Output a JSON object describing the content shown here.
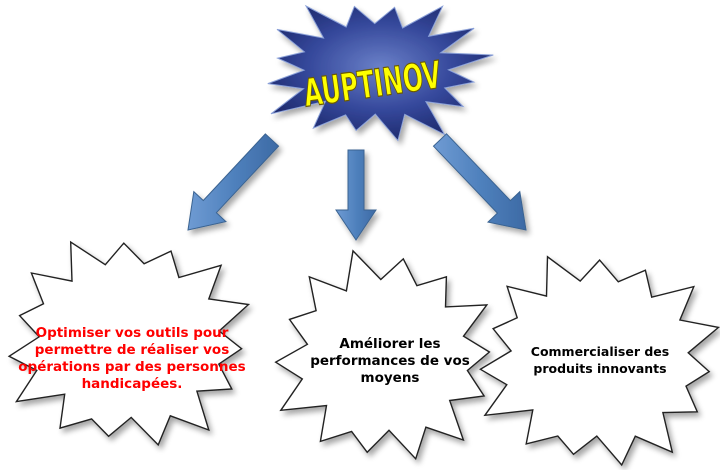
{
  "title": {
    "text": "AUPTINOV"
  },
  "bubbles": [
    {
      "text": "Optimiser vos outils pour permettre de réaliser vos opérations par des personnes handicapées."
    },
    {
      "text": "Améliorer les performances de vos moyens"
    },
    {
      "text": "Commercialiser des produits innovants"
    }
  ],
  "colors": {
    "title_fill": "#ffff00",
    "title_starburst": "#25358a",
    "arrow": "#4f81bd",
    "arrow_edge": "#3a6391",
    "bubble_outline": "#222222",
    "left_text": "#ff0000",
    "other_text": "#000000"
  }
}
